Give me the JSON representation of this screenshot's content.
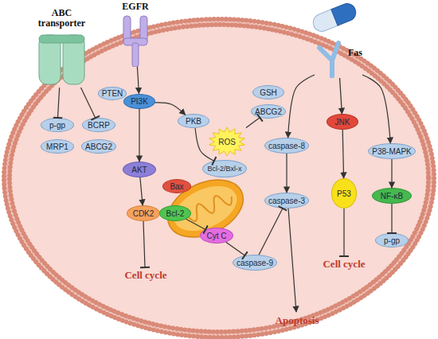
{
  "diagram": {
    "nodes": [
      {
        "text": [
          "ABC transporter"
        ]
      },
      {
        "text": [
          "EGFR"
        ]
      },
      {
        "text": [
          "Fas"
        ]
      },
      {
        "text": [
          "PTEN"
        ]
      },
      {
        "text": [
          "PI3K"
        ]
      },
      {
        "text": [
          "p-gp"
        ]
      },
      {
        "text": [
          "BCRP"
        ]
      },
      {
        "text": [
          "MRP1"
        ]
      },
      {
        "text": [
          "ABCG2"
        ]
      },
      {
        "text": [
          "AKT"
        ]
      },
      {
        "text": [
          "CDK2"
        ]
      },
      {
        "text": [
          "PKB"
        ]
      },
      {
        "text": [
          "GSH"
        ]
      },
      {
        "text": [
          "ABCG2"
        ]
      },
      {
        "text": [
          "ROS"
        ]
      },
      {
        "text": [
          "Bcl-2/Bxl-x"
        ]
      },
      {
        "text": [
          "Bax"
        ]
      },
      {
        "text": [
          "Bcl-2"
        ]
      },
      {
        "text": [
          "Cyt C"
        ]
      },
      {
        "text": [
          "caspase-8"
        ]
      },
      {
        "text": [
          "caspase-3"
        ]
      },
      {
        "text": [
          "caspase-9"
        ]
      },
      {
        "text": [
          "JNK"
        ]
      },
      {
        "text": [
          "P53"
        ]
      },
      {
        "text": [
          "P38-MAPK"
        ]
      },
      {
        "text": [
          "NF-κB"
        ]
      },
      {
        "text": [
          "p-gp"
        ]
      }
    ],
    "edges": [
      {
        "from": 0,
        "to": 5,
        "arrow": "to"
      },
      {
        "from": 0,
        "to": 6,
        "arrow": "to"
      },
      {
        "from": 1,
        "to": 4,
        "arrow": "to"
      },
      {
        "from": 4,
        "to": 9,
        "arrow": "to"
      },
      {
        "from": 4,
        "to": 11,
        "arrow": "to"
      },
      {
        "from": 9,
        "to": 10,
        "arrow": "to"
      },
      {
        "from": 11,
        "to": 15,
        "arrow": "to"
      },
      {
        "from": 14,
        "to": 13,
        "arrow": "to"
      },
      {
        "from": 17,
        "to": 18,
        "arrow": "to"
      },
      {
        "from": 18,
        "to": 21,
        "arrow": "to"
      },
      {
        "from": 21,
        "to": 20,
        "arrow": "to"
      },
      {
        "from": 19,
        "to": 20,
        "arrow": "to"
      },
      {
        "from": 2,
        "to": 19,
        "arrow": "to"
      },
      {
        "from": 2,
        "to": 22,
        "arrow": "to"
      },
      {
        "from": 2,
        "to": 24,
        "arrow": "to"
      },
      {
        "from": 22,
        "to": 23,
        "arrow": "to"
      },
      {
        "from": 24,
        "to": 25,
        "arrow": "to"
      },
      {
        "from": 25,
        "to": 26,
        "arrow": "to"
      }
    ],
    "labels": [
      "Cell cycle",
      "Cell cycle",
      "Apoptosis"
    ]
  }
}
